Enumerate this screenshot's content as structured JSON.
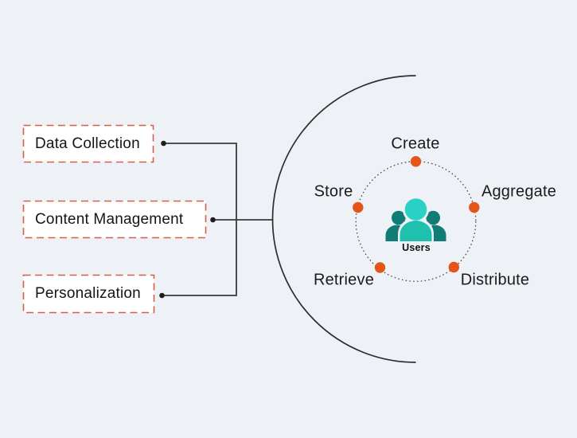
{
  "diagram": {
    "background_color": "#eef1f6",
    "left_boxes": [
      {
        "label": "Data Collection"
      },
      {
        "label": "Content Management"
      },
      {
        "label": "Personalization"
      }
    ],
    "box_border_color": "#d5604a",
    "connector_line_color": "#3a3a3a",
    "arc_color": "#2d2d2d",
    "cycle": {
      "center_label": "Users",
      "node_dot_color": "#e4551a",
      "nodes": [
        {
          "label": "Create",
          "position": "top"
        },
        {
          "label": "Store",
          "position": "upper-left"
        },
        {
          "label": "Aggregate",
          "position": "upper-right"
        },
        {
          "label": "Retrieve",
          "position": "lower-left"
        },
        {
          "label": "Distribute",
          "position": "lower-right"
        }
      ]
    },
    "users_icon_colors": {
      "front_head": "#2ad2c6",
      "front_body": "#1fc0ae",
      "back_people": "#117c75"
    }
  }
}
